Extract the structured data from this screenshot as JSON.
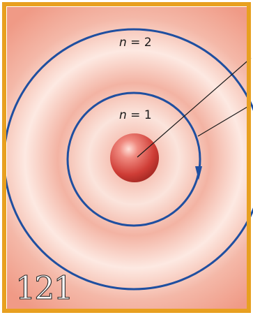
{
  "diagram": {
    "shells": [
      {
        "variable": "n",
        "value": "2"
      },
      {
        "variable": "n",
        "value": "1"
      }
    ],
    "page_number": "121"
  },
  "colors": {
    "border": "#e8a020",
    "orbit": "#1f4fa0",
    "background_glow": "#f2a89a",
    "nucleus": "#d9473f",
    "pointer_line": "#1a1a1a"
  }
}
